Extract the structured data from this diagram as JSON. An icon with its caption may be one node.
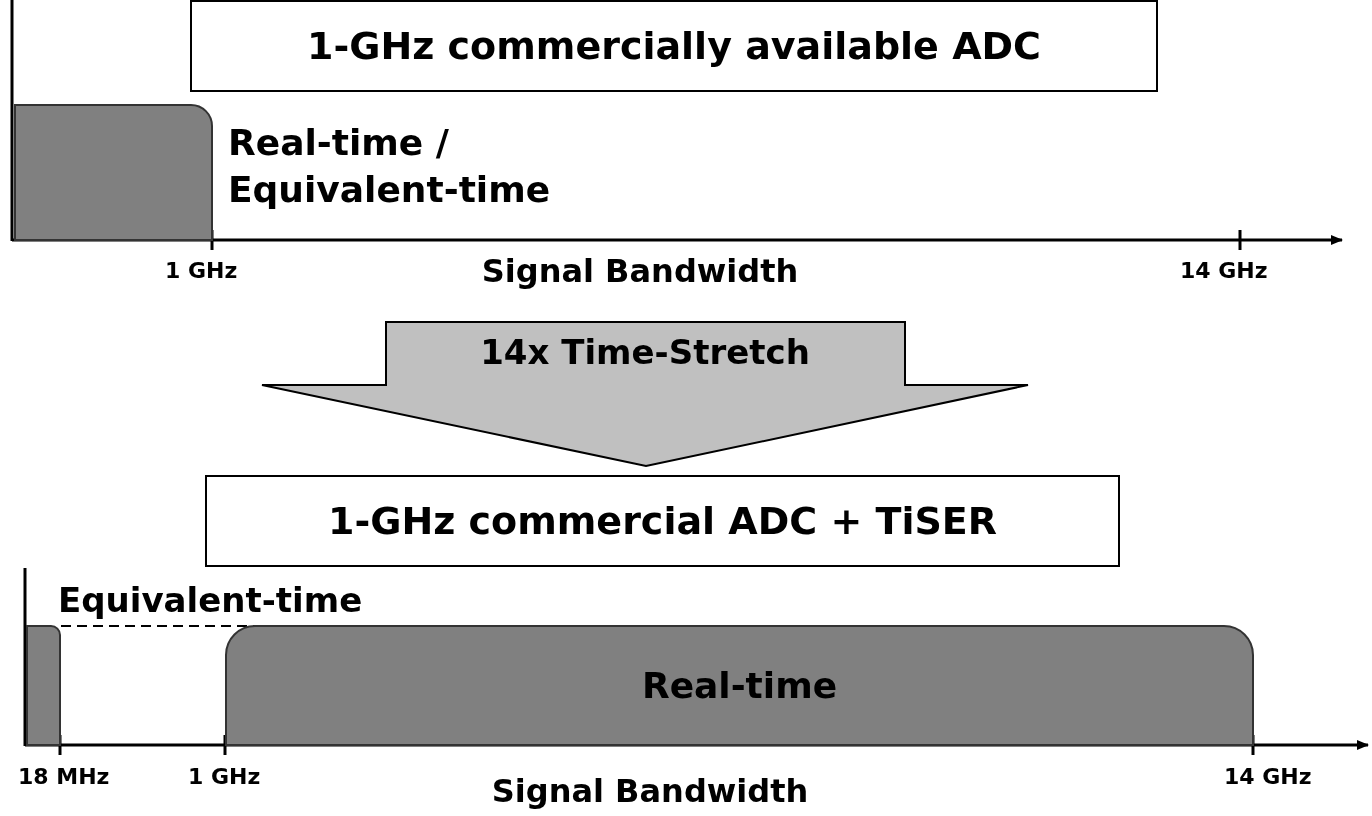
{
  "diagram": {
    "nodes": [
      {
        "text": [
          "1-GHz commercially available ADC"
        ]
      },
      {
        "text": [],
        "shape": "bar",
        "beside": [
          "Real-time / Equivalent-time"
        ]
      },
      {
        "text": [
          "14x Time-Stretch"
        ]
      },
      {
        "text": [
          "1-GHz commercial ADC + TiSER"
        ]
      },
      {
        "text": [],
        "shape": "bar",
        "beside": [
          "Equivalent-time"
        ]
      },
      {
        "text": [
          "Real-time"
        ]
      }
    ],
    "edges": [
      {
        "from": 4,
        "to": 5,
        "arrow": "none",
        "style": "dashed"
      }
    ],
    "labels": [
      "1 GHz",
      "Signal Bandwidth",
      "14 GHz",
      "18 MHz",
      "1 GHz",
      "Signal Bandwidth",
      "14 GHz"
    ]
  }
}
